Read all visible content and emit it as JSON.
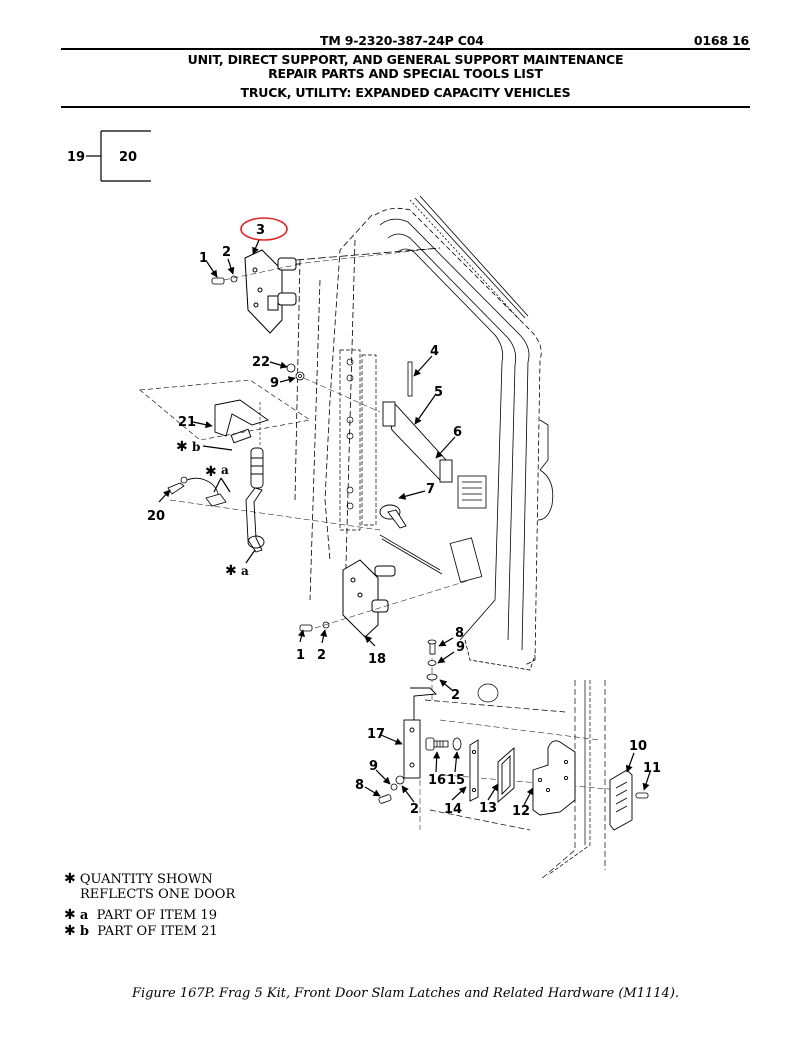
{
  "header": {
    "tm_number": "TM 9-2320-387-24P  C04",
    "page_number": "0168 16",
    "title_line1": "UNIT, DIRECT SUPPORT, AND GENERAL SUPPORT MAINTENANCE",
    "title_line2": "REPAIR PARTS AND SPECIAL TOOLS LIST",
    "subtitle": "TRUCK, UTILITY: EXPANDED CAPACITY VEHICLES"
  },
  "index_box": {
    "parent": "19",
    "child": "20"
  },
  "highlight": {
    "item": "3",
    "color": "#e0272b"
  },
  "callouts": [
    "1",
    "2",
    "3",
    "4",
    "5",
    "6",
    "7",
    "8",
    "9",
    "10",
    "11",
    "12",
    "13",
    "14",
    "15",
    "16",
    "17",
    "18",
    "19",
    "20",
    "21",
    "22"
  ],
  "labels": {
    "c1a": "1",
    "c2a": "2",
    "c3": "3",
    "c22": "22",
    "c9a": "9",
    "c4": "4",
    "c5": "5",
    "c6": "6",
    "c21": "21",
    "c7": "7",
    "c20": "20",
    "c1b": "1",
    "c2b": "2",
    "c18": "18",
    "c8a": "8",
    "c9b": "9",
    "c2c": "2",
    "c17": "17",
    "c16": "16",
    "c15": "15",
    "c9c": "9",
    "c8b": "8",
    "c2d": "2",
    "c14": "14",
    "c13": "13",
    "c12": "12",
    "c10": "10",
    "c11": "11",
    "star_b": "b",
    "star_a1": "a",
    "star_a2": "a"
  },
  "notes": {
    "star_symbol": "✱",
    "line1": "QUANTITY SHOWN",
    "line2": "REFLECTS ONE DOOR",
    "a_letter": "a",
    "a_text": "PART OF ITEM 19",
    "b_letter": "b",
    "b_text": "PART OF ITEM 21"
  },
  "caption": "Figure 167P.  Frag 5 Kit, Front Door Slam Latches and Related Hardware (M1114)."
}
